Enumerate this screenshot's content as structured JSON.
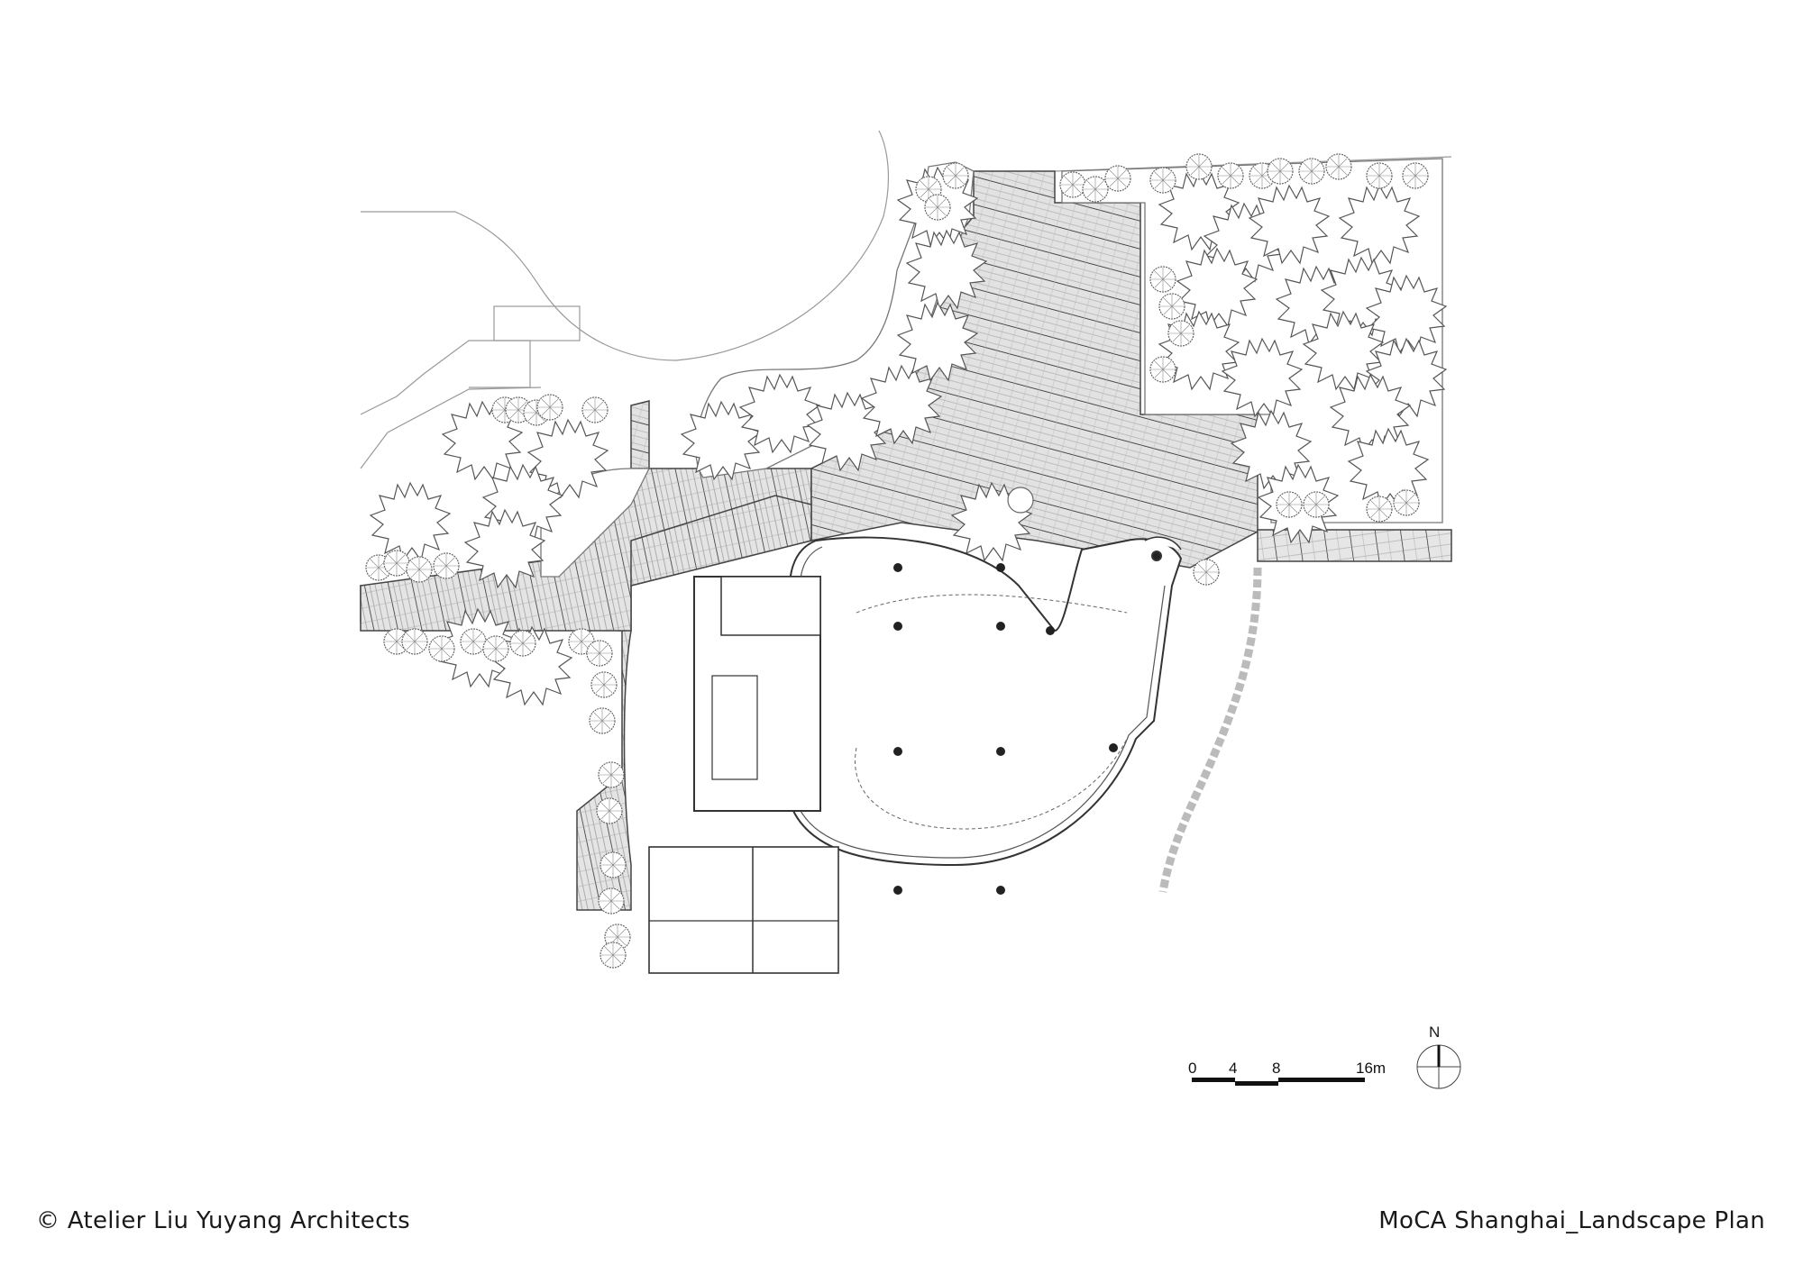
{
  "drawing": {
    "title": "MoCA Shanghai_Landscape Plan",
    "credit": "© Atelier Liu Yuyang Architects",
    "type": "landscape-plan",
    "line_color": "#555555",
    "hatch_fill": "#d9d9d9",
    "background": "#ffffff"
  },
  "scale_bar": {
    "ticks": [
      "0",
      "4",
      "8",
      "16m"
    ],
    "unit": "m",
    "values": [
      0,
      4,
      8,
      16
    ]
  },
  "north_arrow": {
    "label": "N"
  },
  "elements": {
    "building": "museum-pavilion-with-curved-gallery",
    "paving": "striped-stone-paving-plaza",
    "planting": [
      "canopy-trees",
      "shrub-clusters"
    ],
    "path": "stepping-stone-path"
  }
}
